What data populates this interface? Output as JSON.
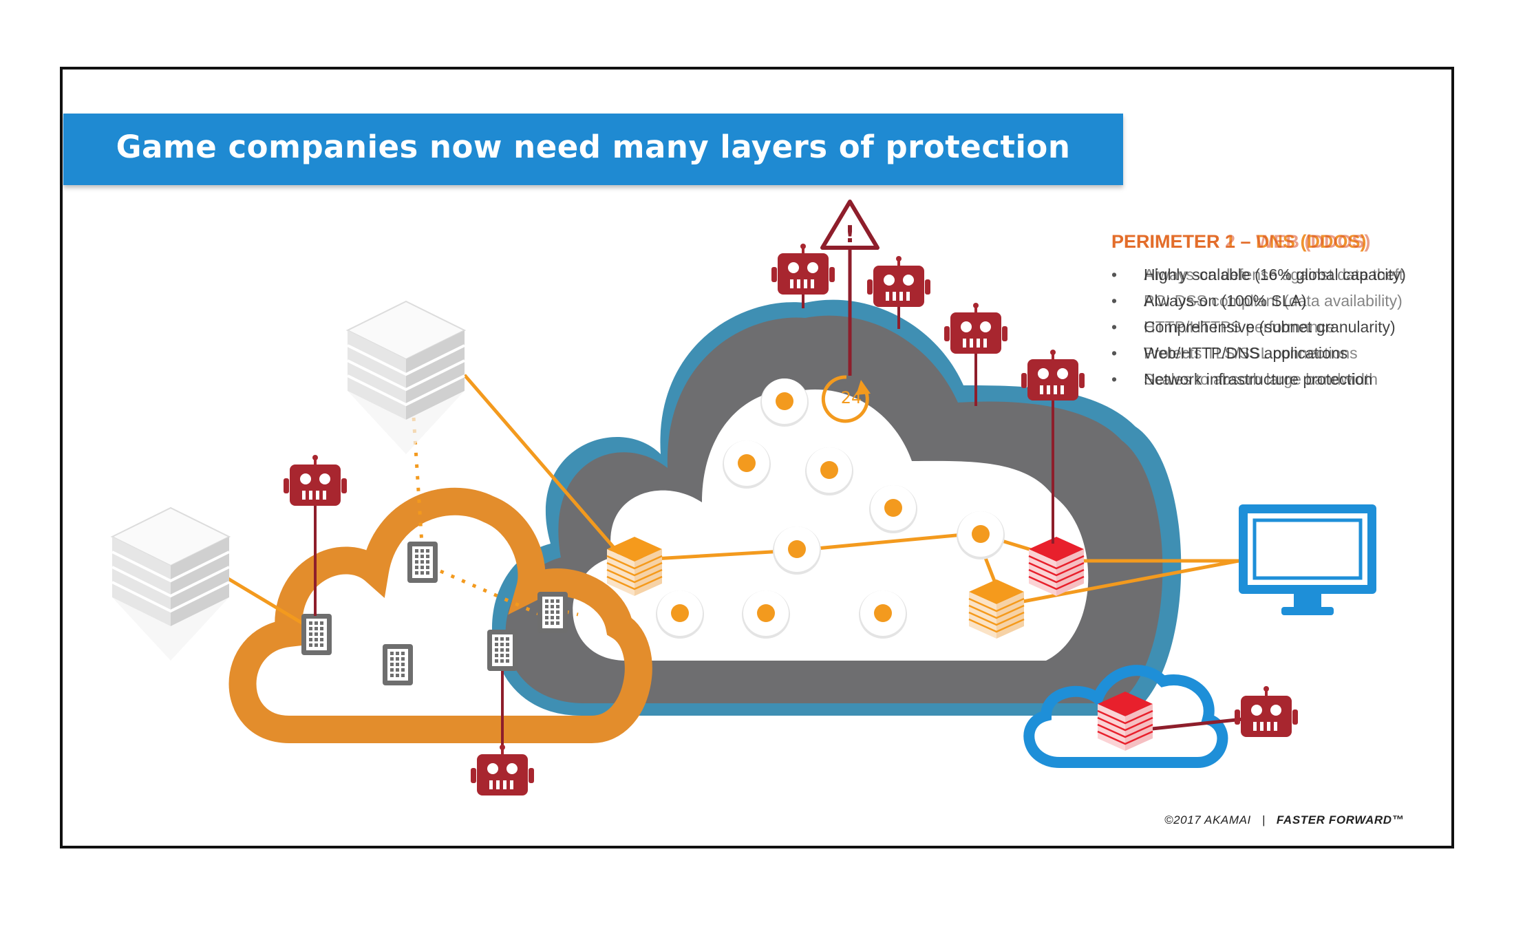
{
  "title": "Game companies now need many layers of protection",
  "perimeter": {
    "heading": "PERIMETER 1 – DNS (DDOS)",
    "heading_overlay": "PERIMETER 2 – WEB (DDOS)",
    "bullets": [
      {
        "text": "Highly scalable (16% global capacity)",
        "overlay": "Always-on defense against data theft"
      },
      {
        "text": "Always-on (100% SLA)",
        "overlay": "PCI DSS compliant (data availability)"
      },
      {
        "text": "Comprehensive (subnet granularity)",
        "overlay": "HTTP/HTTPS performance"
      },
      {
        "text": "Web/HTTP/DNS applications",
        "overlay": "Protects TLS/SSL connections"
      },
      {
        "text": "Network infrastructure protection",
        "overlay": "Scales to absorb large bandwidth"
      }
    ]
  },
  "badge": {
    "label": "24",
    "icon": "refresh-24-icon"
  },
  "warning": {
    "label": "!",
    "icon": "warning-triangle-icon"
  },
  "footer": {
    "copyright": "©2017 AKAMAI",
    "separator": "|",
    "brand": "FASTER FORWARD™"
  },
  "colors": {
    "title_bar": "#1f8ad2",
    "orange": "#e38d2c",
    "gray_cloud": "#6e6e70",
    "blue_cloud": "#3f8fb3",
    "bot_red": "#a8262f",
    "monitor_blue": "#1e8fd8"
  }
}
